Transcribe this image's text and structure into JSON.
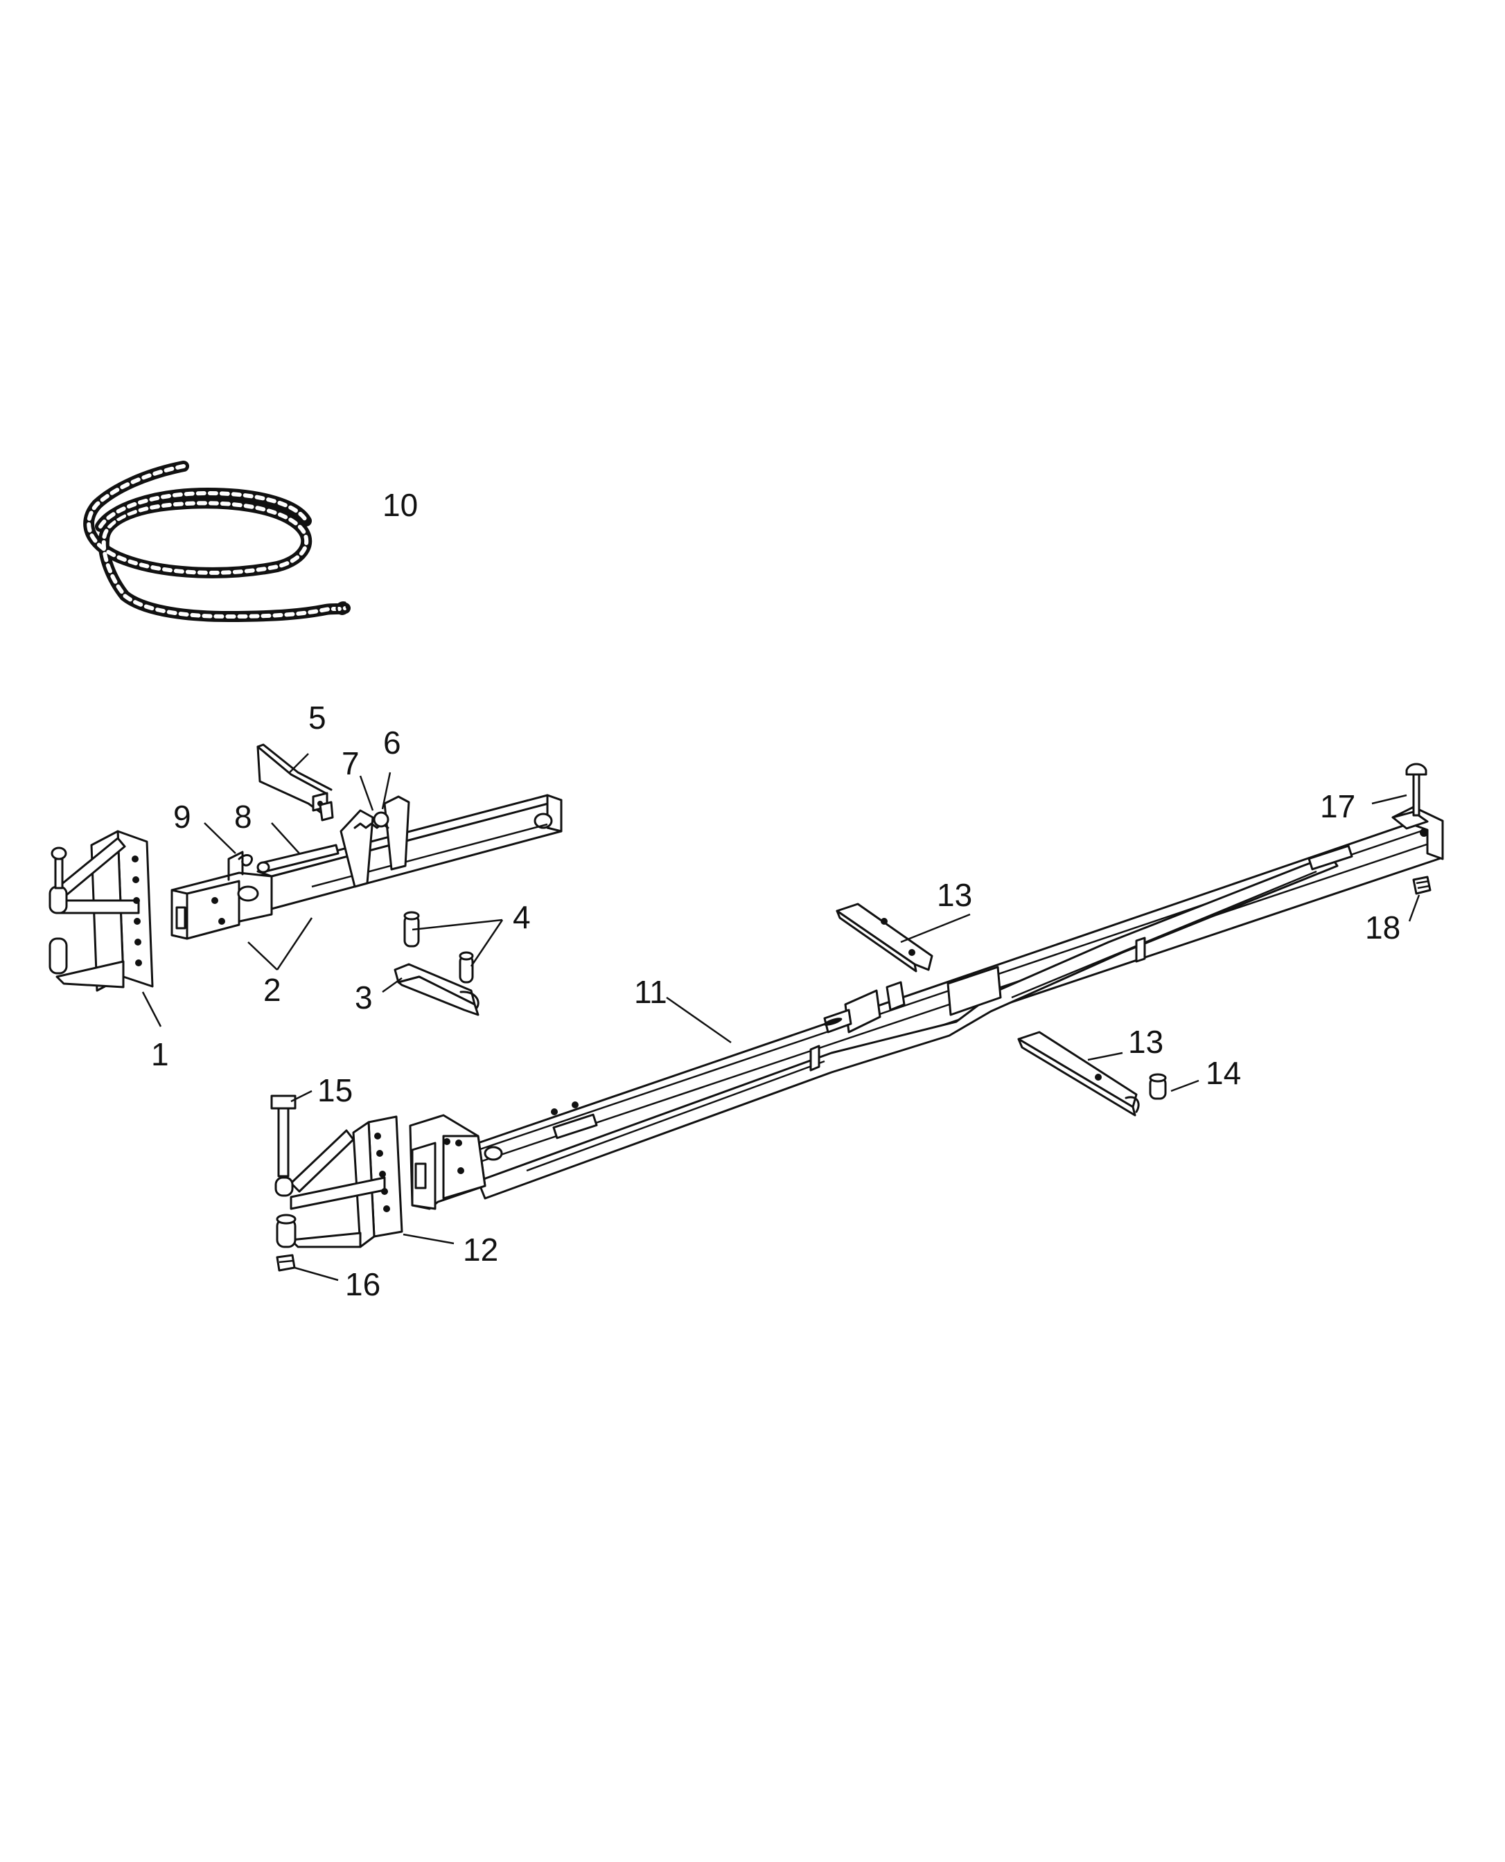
{
  "callouts": [
    {
      "id": "c1",
      "label": "1"
    },
    {
      "id": "c2",
      "label": "2"
    },
    {
      "id": "c3",
      "label": "3"
    },
    {
      "id": "c4",
      "label": "4"
    },
    {
      "id": "c5",
      "label": "5"
    },
    {
      "id": "c6",
      "label": "6"
    },
    {
      "id": "c7",
      "label": "7"
    },
    {
      "id": "c8",
      "label": "8"
    },
    {
      "id": "c9",
      "label": "9"
    },
    {
      "id": "c10",
      "label": "10"
    },
    {
      "id": "c11",
      "label": "11"
    },
    {
      "id": "c12",
      "label": "12"
    },
    {
      "id": "c13a",
      "label": "13"
    },
    {
      "id": "c13b",
      "label": "13"
    },
    {
      "id": "c14",
      "label": "14"
    },
    {
      "id": "c15",
      "label": "15"
    },
    {
      "id": "c16",
      "label": "16"
    },
    {
      "id": "c17",
      "label": "17"
    },
    {
      "id": "c18",
      "label": "18"
    }
  ]
}
